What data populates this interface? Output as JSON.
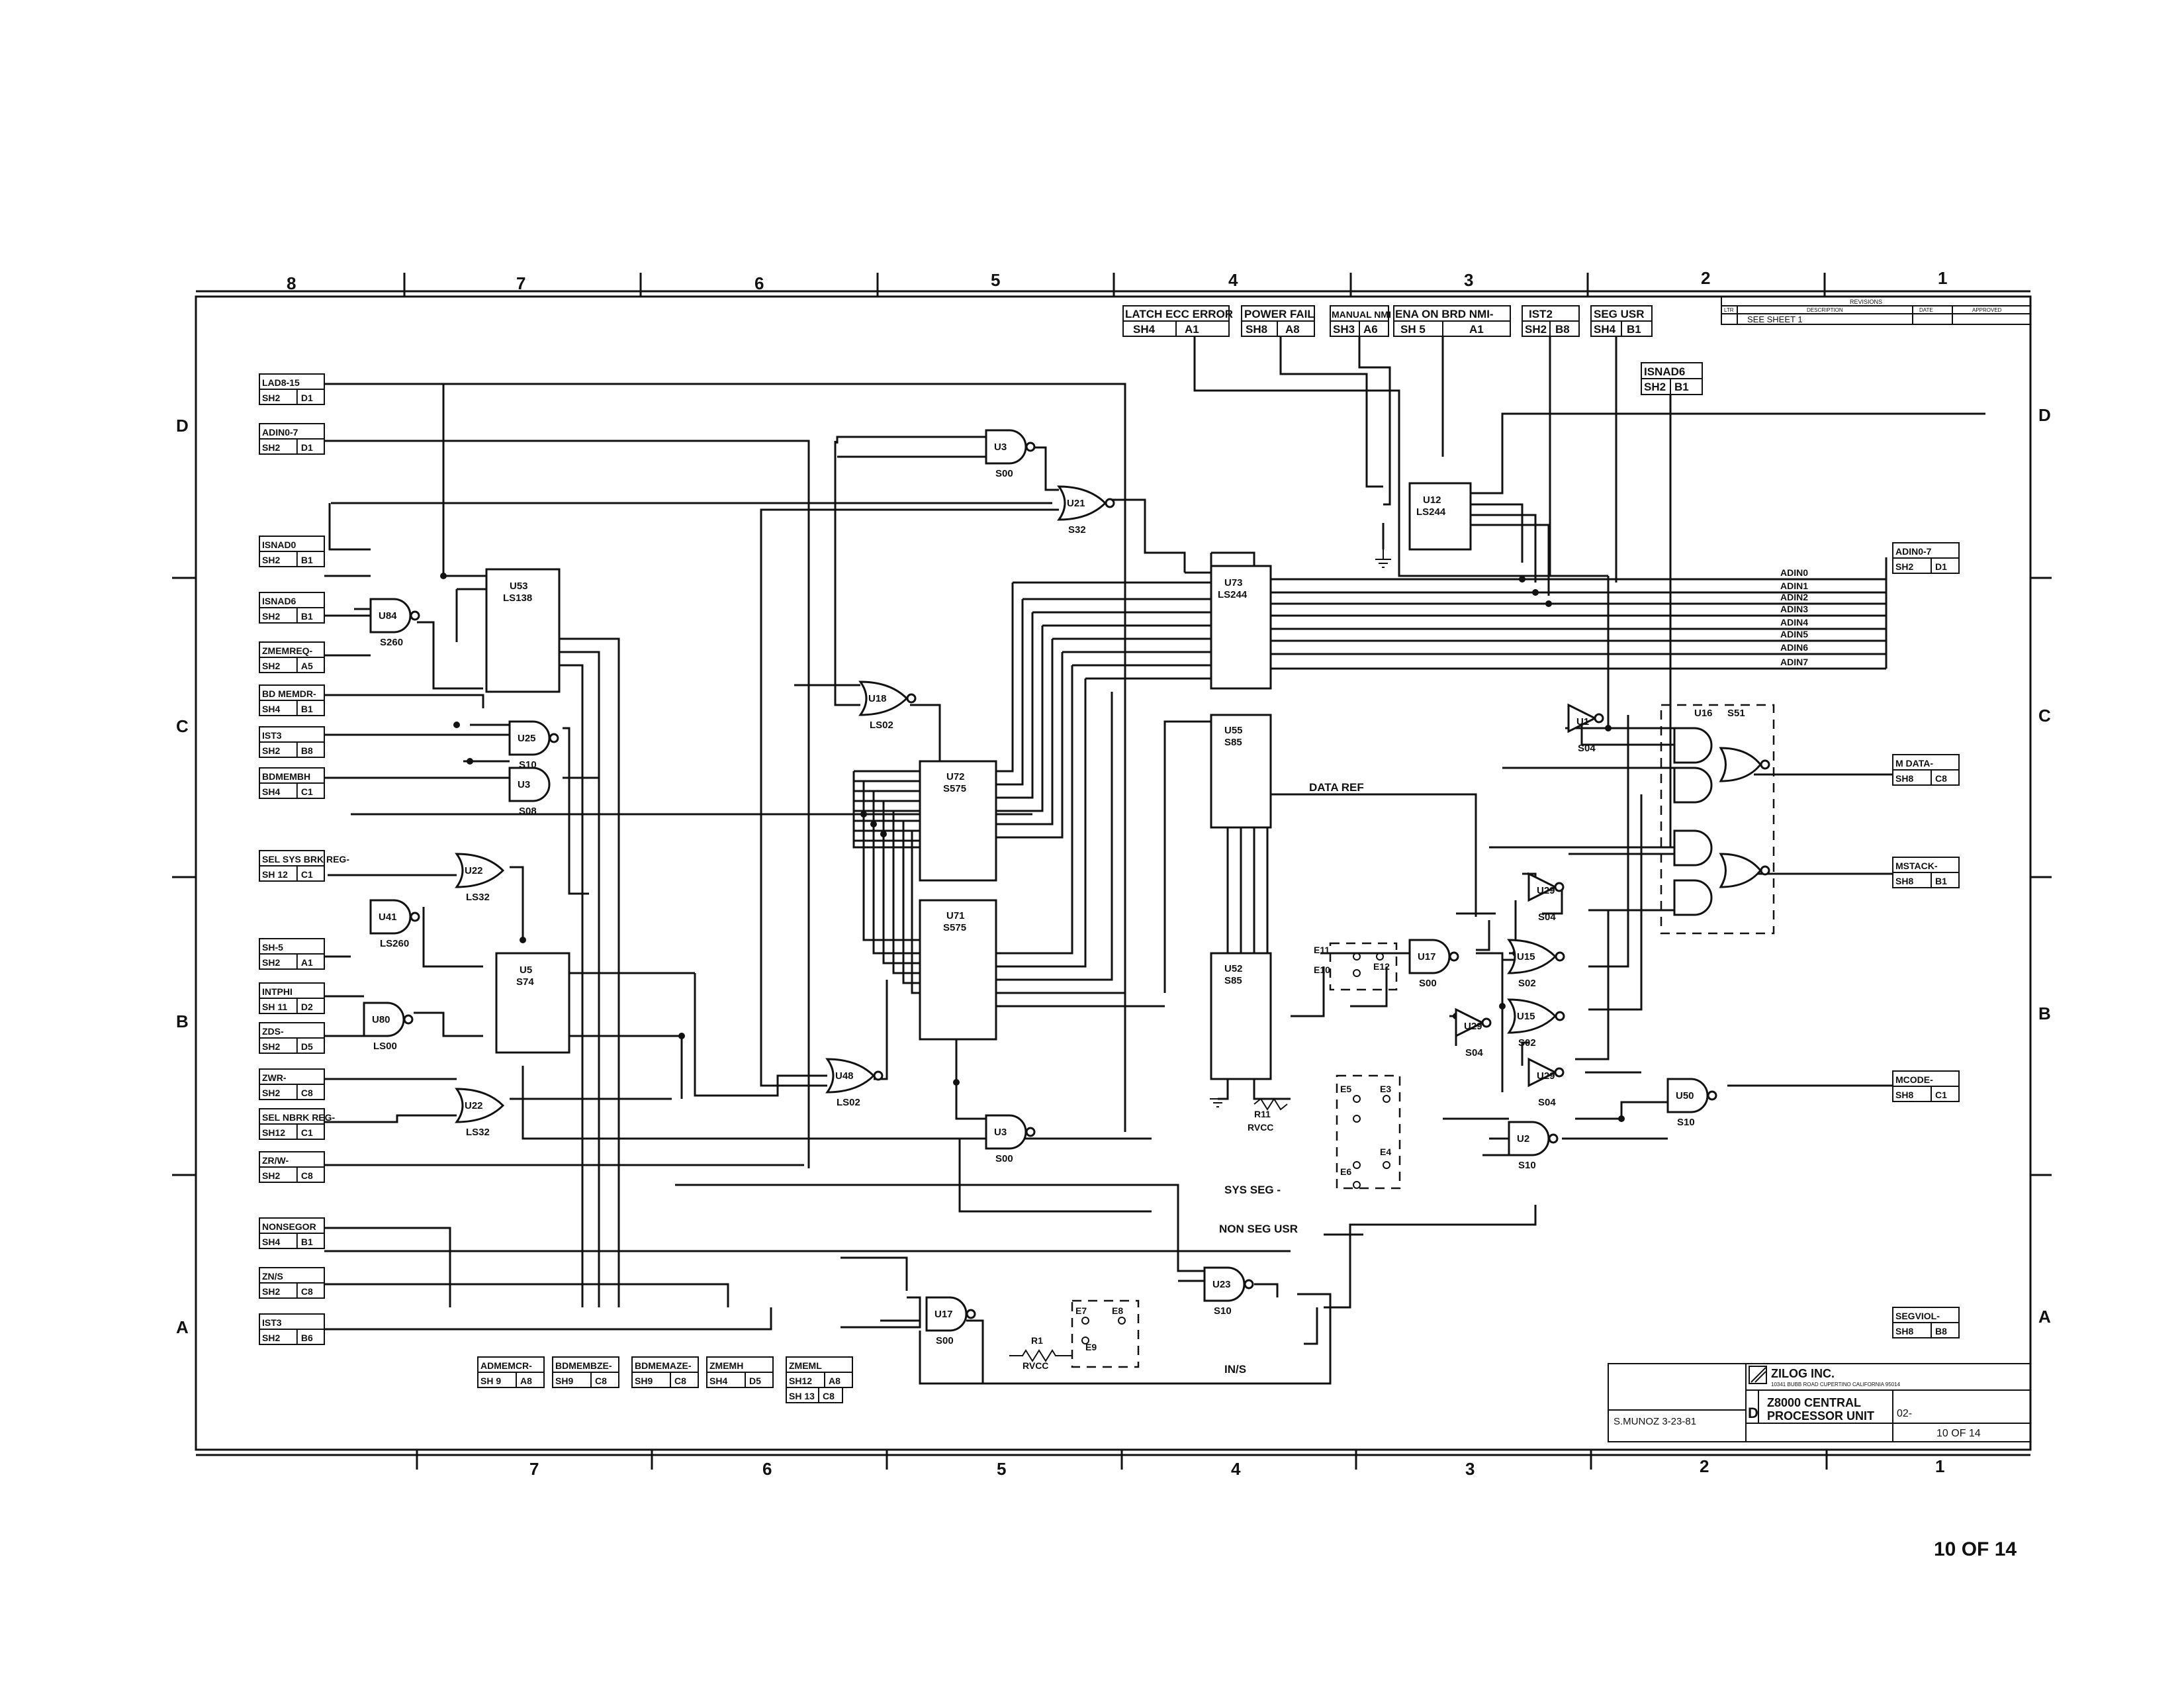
{
  "sheet": {
    "page_footer": "10 OF 14",
    "zone_columns_top": [
      "8",
      "7",
      "6",
      "5",
      "4",
      "3",
      "2",
      "1"
    ],
    "zone_columns_bottom": [
      "7",
      "6",
      "5",
      "4",
      "3",
      "2",
      "1"
    ],
    "zone_rows": [
      "D",
      "C",
      "B",
      "A"
    ]
  },
  "title_block": {
    "company": "ZILOG INC.",
    "company_address": "10341 BUBB ROAD CUPERTINO CALIFORNIA 95014",
    "size": "D",
    "title_line1": "Z8000 CENTRAL",
    "title_line2": "PROCESSOR UNIT",
    "drawing_no": "02-",
    "sheet": "10 OF 14",
    "drawn": "S.MUNOZ 3-23-81"
  },
  "revision_block": {
    "header": "REVISIONS",
    "columns": [
      "LTR",
      "DESCRIPTION",
      "DATE",
      "APPROVED"
    ],
    "entry": "SEE SHEET 1"
  },
  "top_connectors": [
    {
      "signal": "LATCH ECC ERROR",
      "sheet": "SH4",
      "zone": "A1"
    },
    {
      "signal": "POWER FAIL",
      "sheet": "SH8",
      "zone": "A8"
    },
    {
      "signal": "MANUAL NMI",
      "sheet": "SH3",
      "zone": "A6"
    },
    {
      "signal": "ENA ON BRD NMI-",
      "sheet": "SH 5",
      "zone": "A1"
    },
    {
      "signal": "IST2",
      "sheet": "SH2",
      "zone": "B8"
    },
    {
      "signal": "SEG USR",
      "sheet": "SH4",
      "zone": "B1"
    },
    {
      "signal": "ISNAD6",
      "sheet": "SH2",
      "zone": "B1"
    }
  ],
  "left_connectors": [
    {
      "signal": "LAD8-15",
      "sheet": "SH2",
      "zone": "D1"
    },
    {
      "signal": "ADIN0-7",
      "sheet": "SH2",
      "zone": "D1"
    },
    {
      "signal": "ISNAD0",
      "sheet": "SH2",
      "zone": "B1"
    },
    {
      "signal": "ISNAD6",
      "sheet": "SH2",
      "zone": "B1"
    },
    {
      "signal": "ZMEMREQ-",
      "sheet": "SH2",
      "zone": "A5"
    },
    {
      "signal": "BD MEMDR-",
      "sheet": "SH4",
      "zone": "B1"
    },
    {
      "signal": "IST3",
      "sheet": "SH2",
      "zone": "B8"
    },
    {
      "signal": "BDMEMBH",
      "sheet": "SH4",
      "zone": "C1"
    },
    {
      "signal": "SEL SYS BRK REG-",
      "sheet": "SH 12",
      "zone": "C1"
    },
    {
      "signal": "SH-5",
      "sheet": "SH2",
      "zone": "A1"
    },
    {
      "signal": "INTPHI",
      "sheet": "SH 11",
      "zone": "D2"
    },
    {
      "signal": "ZDS-",
      "sheet": "SH2",
      "zone": "D5"
    },
    {
      "signal": "ZWR-",
      "sheet": "SH2",
      "zone": "C8"
    },
    {
      "signal": "SEL NBRK REG-",
      "sheet": "SH12",
      "zone": "C1"
    },
    {
      "signal": "ZR/W-",
      "sheet": "SH2",
      "zone": "C8"
    },
    {
      "signal": "NONSEGOR",
      "sheet": "SH4",
      "zone": "B1"
    },
    {
      "signal": "ZN/S",
      "sheet": "SH2",
      "zone": "C8"
    },
    {
      "signal": "IST3",
      "sheet": "SH2",
      "zone": "B6"
    }
  ],
  "bottom_connectors": [
    {
      "signal": "ADMEMCR-",
      "sheet": "SH 9",
      "zone": "A8"
    },
    {
      "signal": "BDMEMBZE-",
      "sheet": "SH9",
      "zone": "C8"
    },
    {
      "signal": "BDMEMAZE-",
      "sheet": "SH9",
      "zone": "C8"
    },
    {
      "signal": "ZMEMH",
      "sheet": "SH4",
      "zone": "D5"
    },
    {
      "signal": "ZMEML",
      "sheet": "SH12",
      "zone": "A8"
    },
    {
      "signal": "",
      "sheet": "SH 13",
      "zone": "C8"
    }
  ],
  "right_connectors": [
    {
      "signal": "ADIN0-7",
      "sheet": "SH2",
      "zone": "D1"
    },
    {
      "signal": "M DATA-",
      "sheet": "SH8",
      "zone": "C8"
    },
    {
      "signal": "MSTACK-",
      "sheet": "SH8",
      "zone": "B1"
    },
    {
      "signal": "MCODE-",
      "sheet": "SH8",
      "zone": "C1"
    },
    {
      "signal": "SEGVIOL-",
      "sheet": "SH8",
      "zone": "B8"
    }
  ],
  "bus_labels": [
    "ADIN0",
    "ADIN1",
    "ADIN2",
    "ADIN3",
    "ADIN4",
    "ADIN5",
    "ADIN6",
    "ADIN7"
  ],
  "net_labels": {
    "data_ref": "DATA REF",
    "sys_seg": "SYS SEG -",
    "non_seg_usr": "NON SEG USR",
    "in_s": "IN/S",
    "rvcc1": "RVCC",
    "rvcc2": "RVCC",
    "r1": "R1",
    "r11": "R11"
  },
  "chips": [
    {
      "ref": "U12",
      "type": "LS244"
    },
    {
      "ref": "U73",
      "type": "LS244"
    },
    {
      "ref": "U53",
      "type": "LS138"
    },
    {
      "ref": "U55",
      "type": "S85"
    },
    {
      "ref": "U52",
      "type": "S85"
    },
    {
      "ref": "U72",
      "type": "S575"
    },
    {
      "ref": "U71",
      "type": "S575"
    },
    {
      "ref": "U5",
      "type": "S74"
    },
    {
      "ref": "U16",
      "type": "S51"
    }
  ],
  "gates": [
    {
      "ref": "U3",
      "type": "S00"
    },
    {
      "ref": "U21",
      "type": "S32"
    },
    {
      "ref": "U84",
      "type": "S260"
    },
    {
      "ref": "U25",
      "type": "S10"
    },
    {
      "ref": "U3",
      "type": "S08"
    },
    {
      "ref": "U18",
      "type": "LS02"
    },
    {
      "ref": "U22",
      "type": "LS32"
    },
    {
      "ref": "U41",
      "type": "LS260"
    },
    {
      "ref": "U80",
      "type": "LS00"
    },
    {
      "ref": "U22",
      "type": "LS32"
    },
    {
      "ref": "U48",
      "type": "LS02"
    },
    {
      "ref": "U3",
      "type": "S00"
    },
    {
      "ref": "U17",
      "type": "S00"
    },
    {
      "ref": "U23",
      "type": "S10"
    },
    {
      "ref": "U1",
      "type": "S04"
    },
    {
      "ref": "U29",
      "type": "S04"
    },
    {
      "ref": "U17",
      "type": "S00"
    },
    {
      "ref": "U15",
      "type": "S02"
    },
    {
      "ref": "U29",
      "type": "S04"
    },
    {
      "ref": "U15",
      "type": "S02"
    },
    {
      "ref": "U29",
      "type": "S04"
    },
    {
      "ref": "U50",
      "type": "S10"
    },
    {
      "ref": "U2",
      "type": "S10"
    }
  ],
  "jumpers": [
    "E11",
    "E10",
    "E12",
    "E5",
    "E6",
    "E3",
    "E4",
    "E7",
    "E8",
    "E9"
  ]
}
